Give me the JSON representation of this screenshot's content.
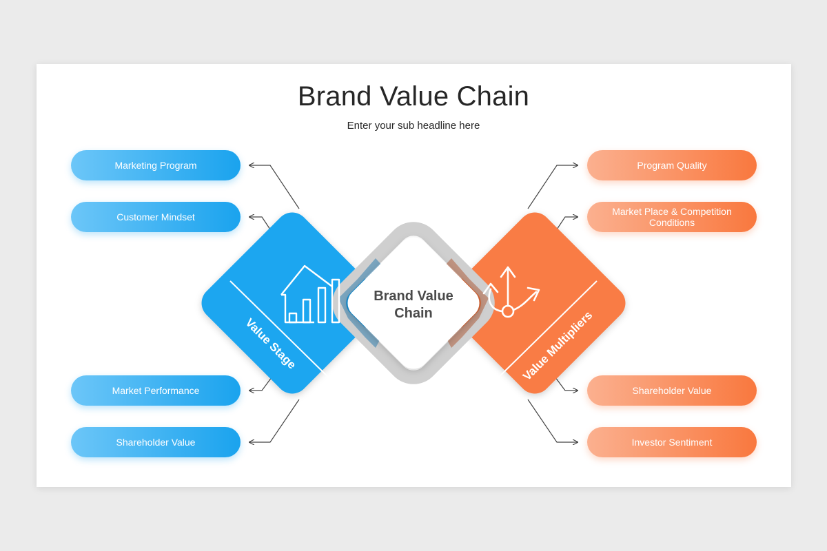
{
  "slide": {
    "title": "Brand Value Chain",
    "subtitle": "Enter your sub headline here"
  },
  "center": {
    "line1": "Brand Value",
    "line2": "Chain"
  },
  "left_block": {
    "label": "Value Stage",
    "icon": "house-bar-chart-icon",
    "color": "#1ea6f0"
  },
  "right_block": {
    "label": "Value Multipliers",
    "icon": "diverging-arrows-icon",
    "color": "#f97c44"
  },
  "left_items": [
    {
      "label": "Marketing Program"
    },
    {
      "label": "Customer Mindset"
    },
    {
      "label": "Market Performance"
    },
    {
      "label": "Shareholder Value"
    }
  ],
  "right_items": [
    {
      "label": "Program Quality"
    },
    {
      "label": "Market Place & Competition Conditions"
    },
    {
      "label": "Shareholder Value"
    },
    {
      "label": "Investor Sentiment"
    }
  ]
}
